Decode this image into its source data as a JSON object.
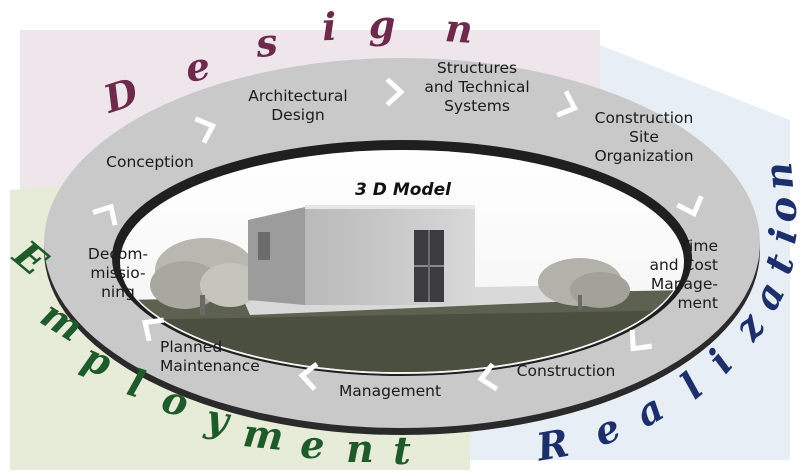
{
  "colors": {
    "design": "#6e2a4c",
    "realization": "#1d2f6b",
    "employment": "#1f5a2b",
    "design_bg": "#efe6ec",
    "realization_bg": "#e8eef6",
    "employment_bg": "#e6ecd7",
    "ring": "#c8c8c8",
    "ring_edge": "#2a2a2a",
    "chevron": "#ffffff"
  },
  "model": {
    "title": "3 D Model"
  },
  "phases": {
    "design": {
      "letters": [
        "D",
        "e",
        "s",
        "i",
        "g",
        "n"
      ]
    },
    "realization": {
      "letters": [
        "R",
        "e",
        "a",
        "l",
        "i",
        "z",
        "a",
        "t",
        "i",
        "o",
        "n"
      ]
    },
    "employment": {
      "letters": [
        "E",
        "m",
        "p",
        "l",
        "o",
        "y",
        "m",
        "e",
        "n",
        "t"
      ]
    }
  },
  "stages": [
    {
      "lines": [
        "Conception"
      ]
    },
    {
      "lines": [
        "Architectural",
        "Design"
      ]
    },
    {
      "lines": [
        "Structures",
        "and Technical",
        "Systems"
      ]
    },
    {
      "lines": [
        "Construction",
        "Site",
        "Organization"
      ]
    },
    {
      "lines": [
        "Time",
        "and Cost",
        "Manage-",
        "ment"
      ]
    },
    {
      "lines": [
        "Construction"
      ]
    },
    {
      "lines": [
        "Management"
      ]
    },
    {
      "lines": [
        "Planned",
        "Maintenance"
      ]
    },
    {
      "lines": [
        "Decom-",
        "missio-",
        "ning"
      ]
    }
  ]
}
